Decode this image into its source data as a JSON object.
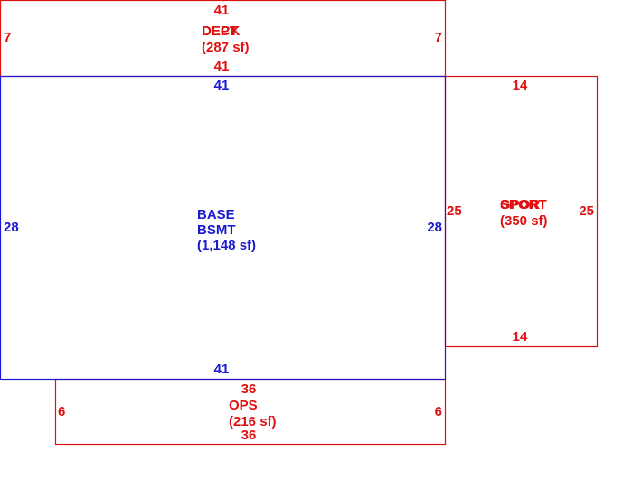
{
  "colors": {
    "red": "#e01010",
    "blue": "#1a1ad0",
    "background": "#ffffff"
  },
  "areas": {
    "deck": {
      "name_a": "DECK",
      "name_b": "DEPT",
      "size": "(287 sf)",
      "dim_top": "41",
      "dim_bottom": "41",
      "dim_left": "7",
      "dim_right": "7"
    },
    "base": {
      "name_a": "BASE",
      "name_b": "BSMT",
      "size": "(1,148 sf)",
      "dim_top": "41",
      "dim_bottom": "41",
      "dim_left": "28",
      "dim_right": "28"
    },
    "sport": {
      "name_a": "GPOR",
      "name_b": "SPORT",
      "size": "(350 sf)",
      "dim_top": "14",
      "dim_bottom": "14",
      "dim_left": "25",
      "dim_right": "25"
    },
    "ops": {
      "name": "OPS",
      "size": "(216 sf)",
      "dim_top": "36",
      "dim_bottom": "36",
      "dim_left": "6",
      "dim_right": "6"
    }
  }
}
